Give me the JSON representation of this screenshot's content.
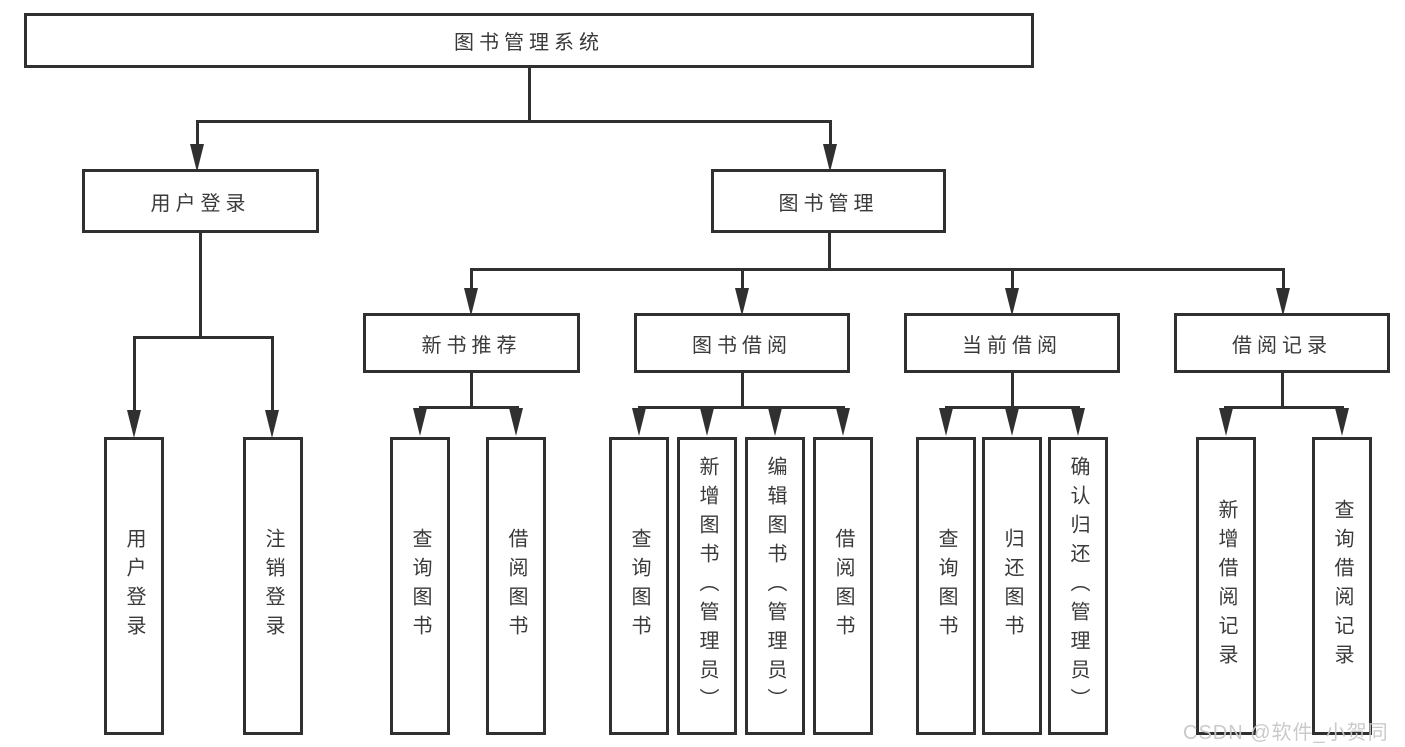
{
  "tree": {
    "root": {
      "label": "图书管理系统"
    },
    "branches": [
      {
        "label": "用户登录",
        "children": [
          {
            "label": "用户登录"
          },
          {
            "label": "注销登录"
          }
        ]
      },
      {
        "label": "图书管理",
        "children": [
          {
            "label": "新书推荐",
            "children": [
              {
                "label": "查询图书"
              },
              {
                "label": "借阅图书"
              }
            ]
          },
          {
            "label": "图书借阅",
            "children": [
              {
                "label": "查询图书"
              },
              {
                "label": "新增图书（管理员）"
              },
              {
                "label": "编辑图书（管理员）"
              },
              {
                "label": "借阅图书"
              }
            ]
          },
          {
            "label": "当前借阅",
            "children": [
              {
                "label": "查询图书"
              },
              {
                "label": "归还图书"
              },
              {
                "label": "确认归还（管理员）"
              }
            ]
          },
          {
            "label": "借阅记录",
            "children": [
              {
                "label": "新增借阅记录"
              },
              {
                "label": "查询借阅记录"
              }
            ]
          }
        ]
      }
    ]
  },
  "watermark": {
    "text": "CSDN @软件_小贺同学",
    "color": "#c8c8c8"
  },
  "colors": {
    "line": "#303030",
    "text": "#3a3a3a",
    "background": "#ffffff"
  }
}
